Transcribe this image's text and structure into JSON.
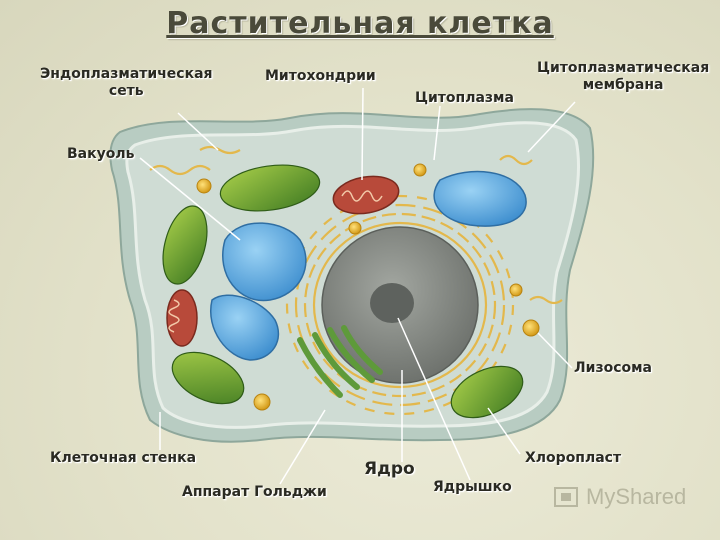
{
  "title": "Растительная клетка",
  "labels": {
    "endoplasmic_reticulum": [
      "Эндоплазматическая",
      "сеть"
    ],
    "mitochondria": "Митохондрии",
    "cytoplasm": "Цитоплазма",
    "cytoplasmic_membrane": [
      "Цитоплазматическая",
      "мембрана"
    ],
    "vacuole": "Вакуоль",
    "lysosome": "Лизосома",
    "cell_wall": "Клеточная стенка",
    "chloroplast": "Хлоропласт",
    "nucleus": "Ядро",
    "golgi": "Аппарат Гольджи",
    "nucleolus": "Ядрышко"
  },
  "watermark": "MyShared",
  "colors": {
    "cell_wall": "#b8ccc2",
    "cytoplasm": "#cfdcd4",
    "nucleus": "#8e928c",
    "nucleolus": "#5e625e",
    "vacuole": "#6aaee0",
    "chloroplast": "#6f9f2c",
    "mitochondria": "#b84a3a",
    "lysosome": "#e7b52b",
    "golgi": "#5e9a3a",
    "er": "#e3b84c"
  }
}
